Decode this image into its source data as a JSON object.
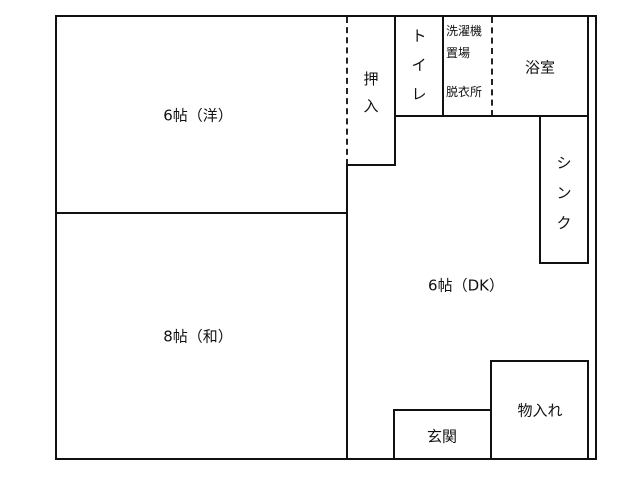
{
  "floorplan": {
    "rooms": {
      "western_room": {
        "label": "6帖（洋）"
      },
      "japanese_room": {
        "label": "8帖（和）"
      },
      "dk": {
        "label": "6帖（DK）"
      },
      "closet": {
        "chars": [
          "押",
          "入"
        ]
      },
      "toilet": {
        "chars": [
          "ト",
          "イ",
          "レ"
        ]
      },
      "laundry": {
        "line1": "洗濯機",
        "line2": "置場",
        "line3": "脱衣所"
      },
      "bath": {
        "label": "浴室"
      },
      "sink": {
        "chars": [
          "シ",
          "ン",
          "ク"
        ]
      },
      "entrance": {
        "label": "玄関"
      },
      "storage": {
        "label": "物入れ"
      }
    },
    "colors": {
      "wall": "#111111",
      "background": "#ffffff"
    }
  }
}
